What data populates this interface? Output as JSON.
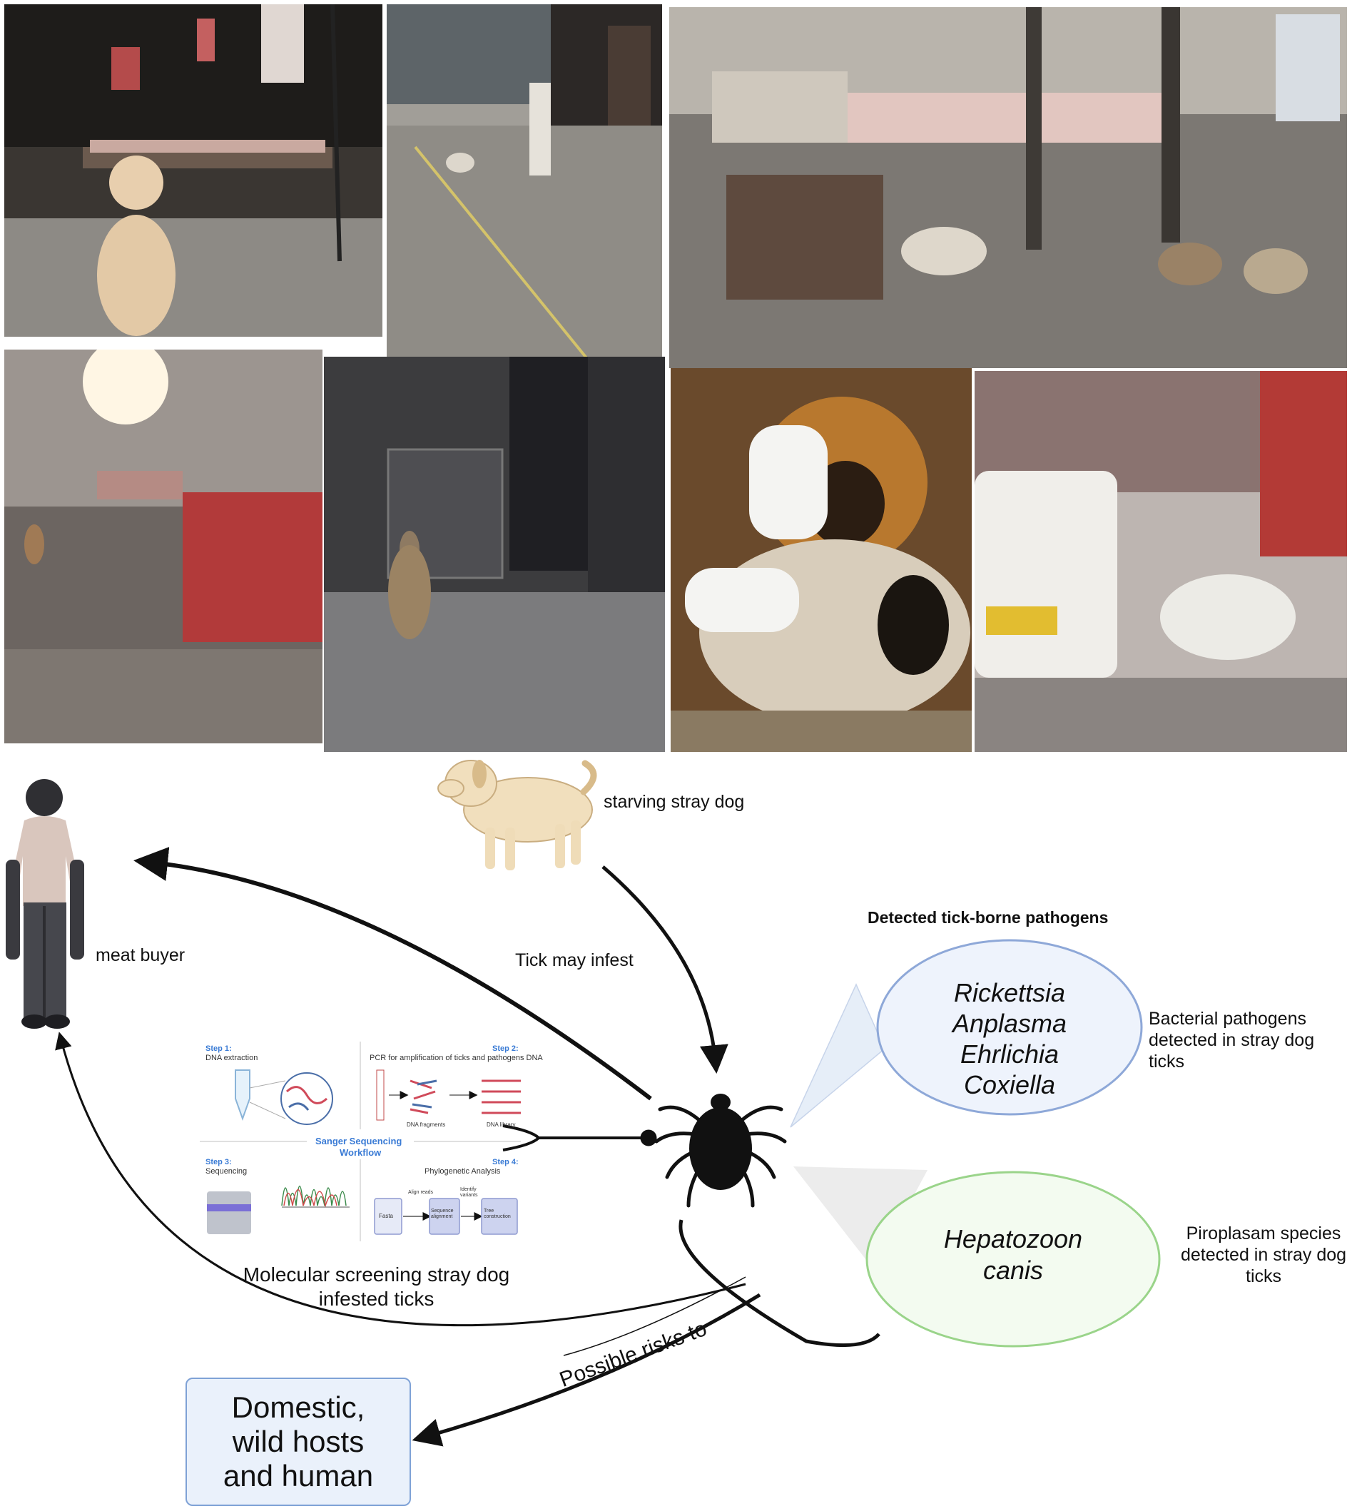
{
  "labels": {
    "starving_dog": "starving stray dog",
    "meat_buyer": "meat buyer",
    "tick_may_infest": "Tick may infest",
    "detected_heading": "Detected tick-borne pathogens",
    "bacterial_note": "Bacterial pathogens detected in stray dog ticks",
    "piroplasm_note": "Piroplasam species detected in stray dog ticks",
    "molecular_screening": "Molecular screening stray dog infested ticks",
    "possible_risks": "Possible risks to",
    "risk_box": "Domestic, wild hosts and human"
  },
  "bacterial_pathogens": [
    "Rickettsia",
    "Anplasma",
    "Ehrlichia",
    "Coxiella"
  ],
  "piroplasm_pathogens": [
    "Hepatozoon",
    "canis"
  ],
  "workflow": {
    "title_line1": "Sanger  Sequencing",
    "title_line2": "Workflow",
    "step1_label": "Step 1:",
    "step1_text": "DNA extraction",
    "step2_label": "Step 2:",
    "step2_text": "PCR for amplification of  ticks and pathogens DNA",
    "step3_label": "Step 3:",
    "step3_text": "Sequencing",
    "step4_label": "Step 4:",
    "step4_text": "Phylogenetic Analysis",
    "dna_fragments": "DNA fragments",
    "dna_library": "DNA library",
    "fasta": "Fasta",
    "align_reads": "Align reads",
    "sequence_alignment": "Sequence alignment",
    "identify_variants": "Identify variants",
    "tree_construction": "Tree construction"
  },
  "colors": {
    "bacterial_oval_stroke": "#8ea8d8",
    "bacterial_oval_fill": "#eef3fc",
    "piroplasm_oval_stroke": "#9ad48a",
    "piroplasm_oval_fill": "#f3fbf0",
    "risk_box_stroke": "#7fa2d6",
    "risk_box_fill": "#eaf1fb",
    "arrow": "#111111"
  }
}
